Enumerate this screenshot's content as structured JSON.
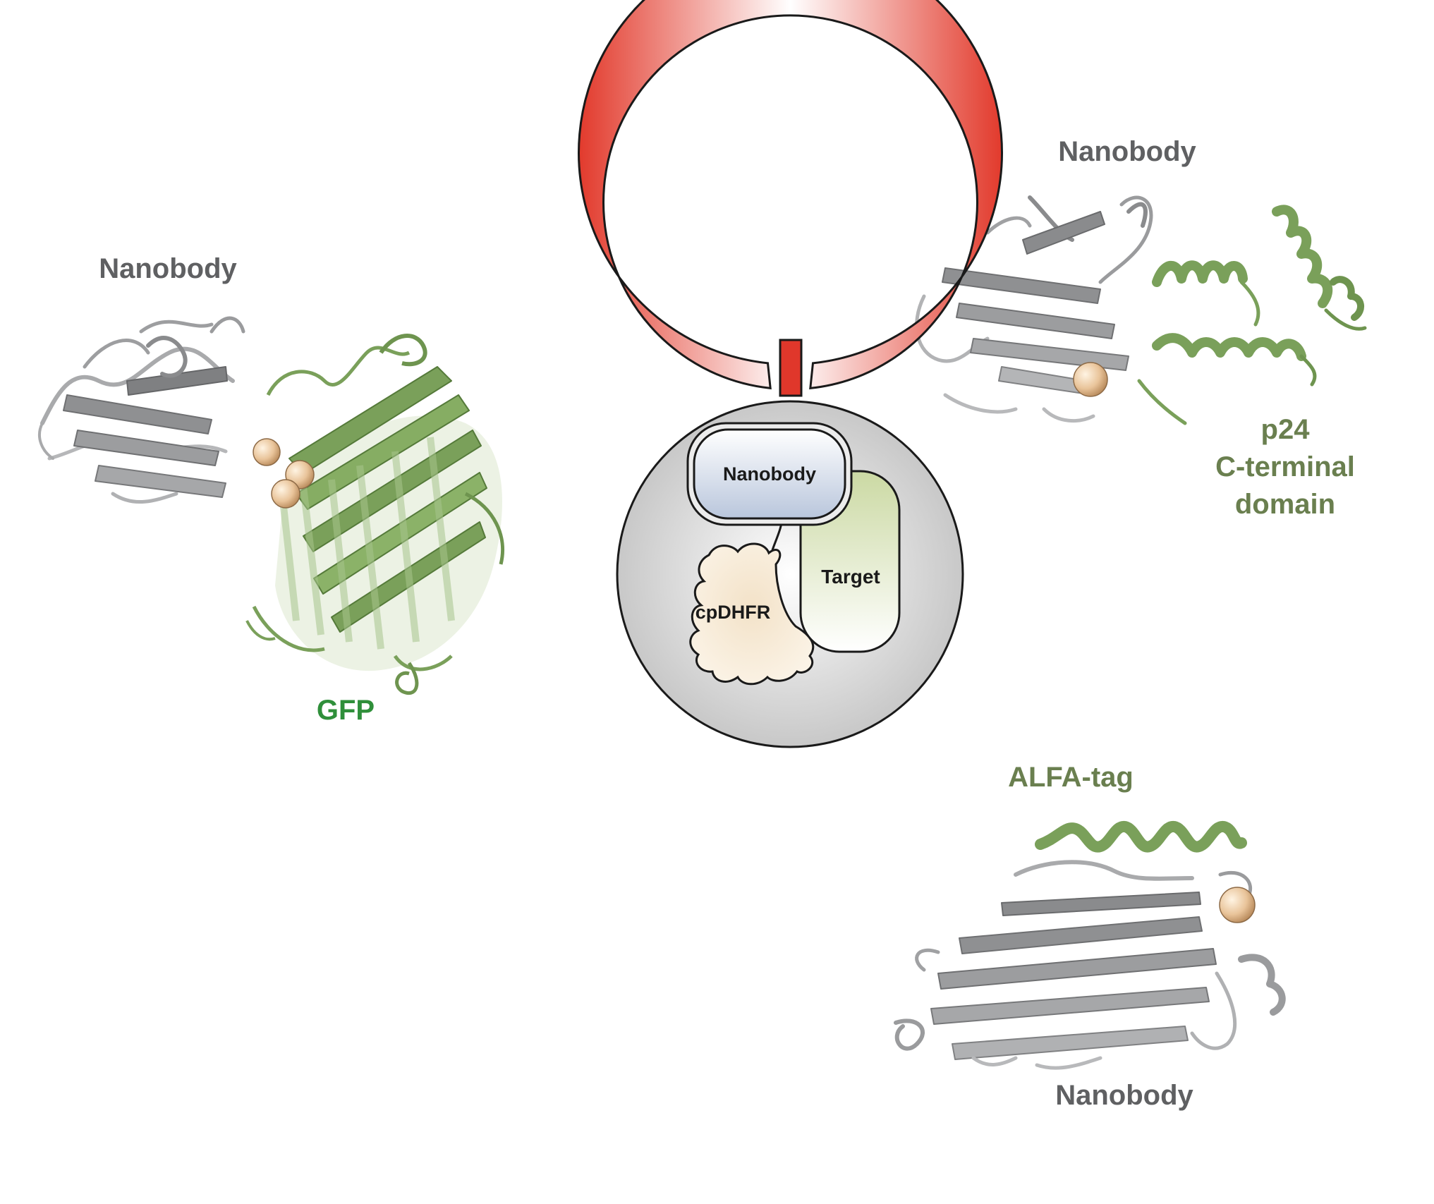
{
  "colors": {
    "nanobody_gray": "#5f6062",
    "gfp_green": "#2f8f3a",
    "olive_green": "#6a7f4f",
    "ribbon_gray": "#a9aaac",
    "ribbon_green": "#7aa05a",
    "ring_red": "#e0372b",
    "sphere_tan": "#e9c49a"
  },
  "panels": {
    "gfp": {
      "nanobody_label": "Nanobody",
      "target_label": "GFP"
    },
    "p24": {
      "nanobody_label": "Nanobody",
      "target_label_lines": [
        "p24",
        "C-terminal",
        "domain"
      ]
    },
    "alfa": {
      "target_label": "ALFA-tag",
      "nanobody_label": "Nanobody"
    }
  },
  "center": {
    "nanobody": "Nanobody",
    "target": "Target",
    "cpdhfr": "cpDHFR"
  }
}
